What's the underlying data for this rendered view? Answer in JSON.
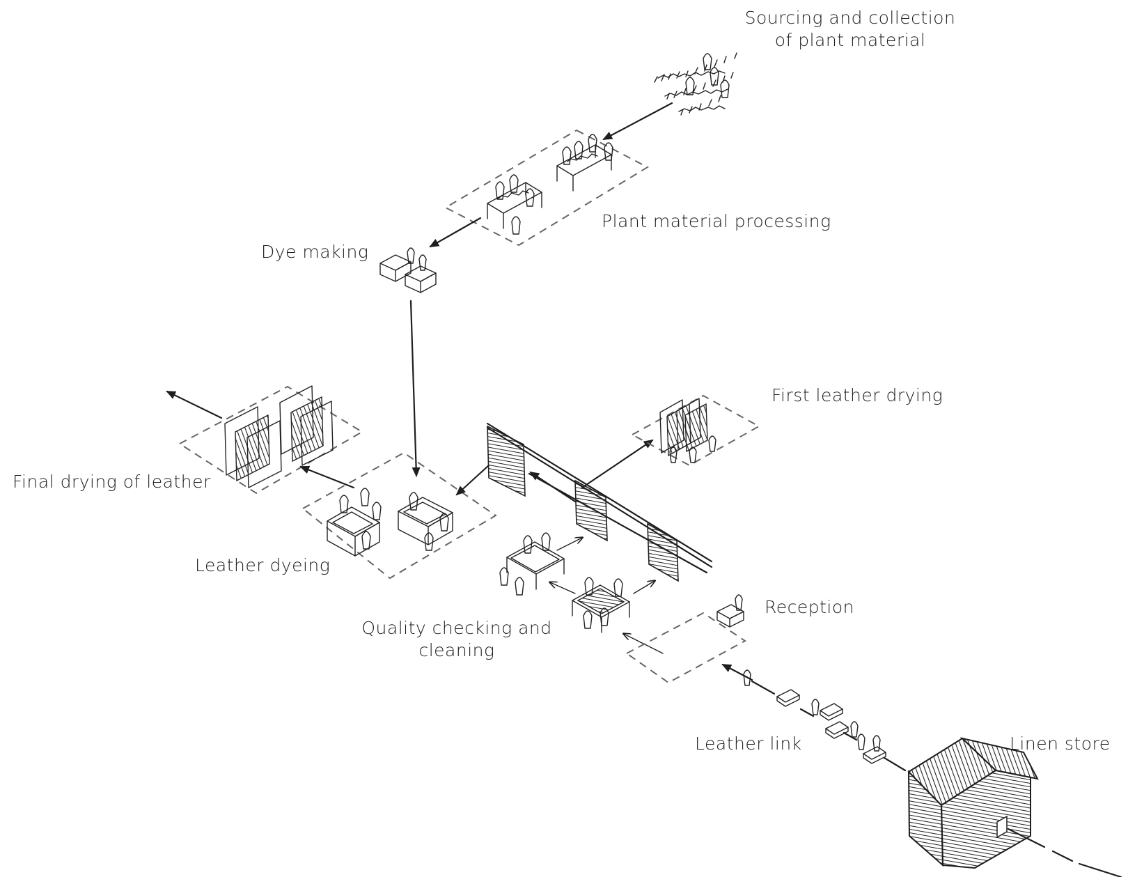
{
  "labels": {
    "sourcing_line1": "Sourcing and collection",
    "sourcing_line2": "of plant material",
    "plant_processing": "Plant material processing",
    "dye_making": "Dye making",
    "first_drying": "First leather drying",
    "final_drying": "Final drying of leather",
    "leather_dyeing": "Leather dyeing",
    "quality_line1": "Quality checking and",
    "quality_line2": "cleaning",
    "reception": "Reception",
    "leather_link": "Leather link",
    "linen_store": "Linen store"
  },
  "icons": [
    "plant-field-icon",
    "processing-tables-icon",
    "dye-boxes-icon",
    "drying-racks-icon",
    "dyeing-vats-icon",
    "hanging-leather-line-icon",
    "cleaning-tables-icon",
    "reception-desk-icon",
    "carts-and-people-icon",
    "linen-store-house-icon"
  ],
  "colors": {
    "ink": "#1e1e1e",
    "dashed_zone": "#666666",
    "background": "#ffffff"
  }
}
